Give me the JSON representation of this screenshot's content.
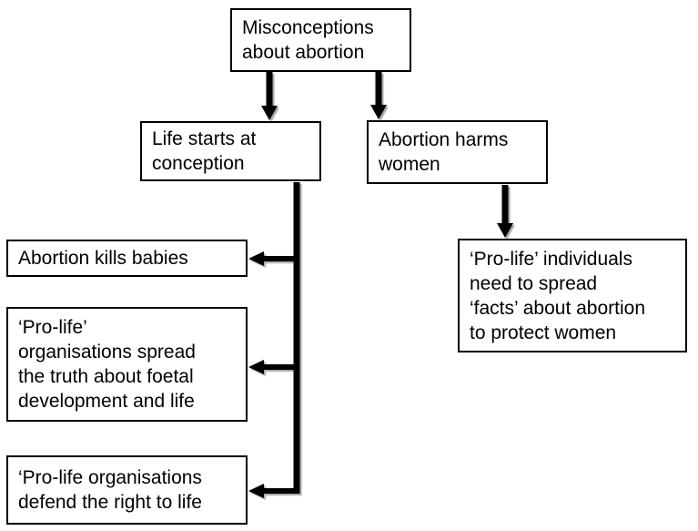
{
  "diagram": {
    "title": "Misconceptions about abortion flowchart",
    "colors": {
      "background": "#ffffff",
      "box_border": "#000000",
      "box_fill": "#ffffff",
      "connector": "#000000",
      "connector_shadow": "rgba(0,0,0,0.35)",
      "text": "#000000"
    },
    "nodes": {
      "root": {
        "text": "Misconceptions\nabout abortion"
      },
      "life": {
        "text": "Life starts at\nconception"
      },
      "harms": {
        "text": "Abortion harms\nwomen"
      },
      "kills": {
        "text": "Abortion kills babies"
      },
      "spread": {
        "text": "‘Pro-life’\norganisations spread\nthe truth about foetal\ndevelopment and life"
      },
      "defend": {
        "text": "‘Pro-life organisations\ndefend the right to life"
      },
      "protect": {
        "text": "‘Pro-life’ individuals\nneed to spread\n‘facts’ about abortion\nto protect women"
      }
    },
    "edges": [
      {
        "from": "root",
        "to": "life"
      },
      {
        "from": "root",
        "to": "harms"
      },
      {
        "from": "life",
        "to": "kills"
      },
      {
        "from": "life",
        "to": "spread"
      },
      {
        "from": "life",
        "to": "defend"
      },
      {
        "from": "harms",
        "to": "protect"
      }
    ]
  }
}
